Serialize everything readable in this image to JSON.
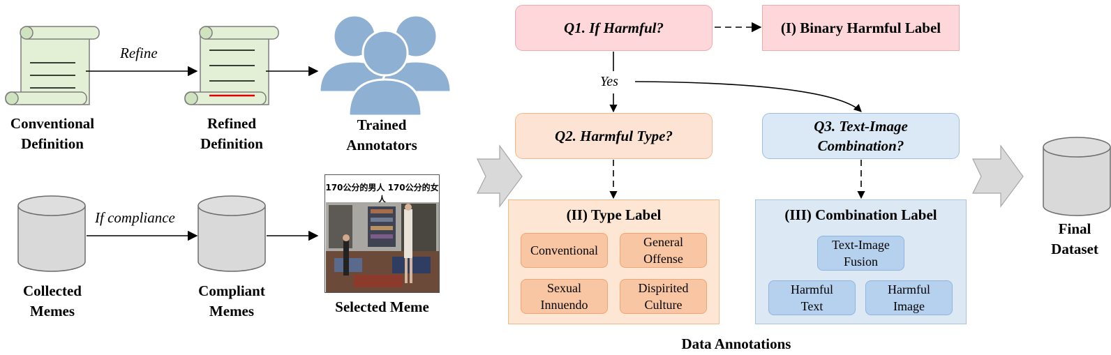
{
  "definitions": {
    "conventional": [
      "Conventional",
      "Definition"
    ],
    "refined": [
      "Refined",
      "Definition"
    ],
    "refine_label": "Refine"
  },
  "annotators": [
    "Trained",
    "Annotators"
  ],
  "memes": {
    "collected": [
      "Collected",
      "Memes"
    ],
    "compliant": [
      "Compliant",
      "Memes"
    ],
    "compliance_label": "If compliance",
    "selected": "Selected Meme",
    "meme_caption": "170公分的男人  170公分的女人"
  },
  "annotation": {
    "q1": "Q1. If Harmful?",
    "out1": "(I) Binary Harmful Label",
    "yes": "Yes",
    "q2": "Q2. Harmful Type?",
    "q3": [
      "Q3. Text-Image",
      "Combination?"
    ],
    "type_panel": {
      "title": "(II) Type Label",
      "chips": [
        [
          "Conventional"
        ],
        [
          "General",
          "Offense"
        ],
        [
          "Sexual",
          "Innuendo"
        ],
        [
          "Dispirited",
          "Culture"
        ]
      ]
    },
    "combo_panel": {
      "title": "(III) Combination Label",
      "chips": [
        [
          "Text-Image",
          "Fusion"
        ],
        [
          "Harmful",
          "Text"
        ],
        [
          "Harmful",
          "Image"
        ]
      ]
    },
    "section_label": "Data Annotations"
  },
  "final": [
    "Final",
    "Dataset"
  ],
  "colors": {
    "q1_fill": "#fdd7da",
    "q2_fill": "#fce3d3",
    "q3_fill": "#dbe8f6",
    "scroll_fill": "#e3f0d6",
    "person_fill": "#8eb0d3",
    "cylinder_fill": "#d9d9d9",
    "highlight_line": "#e00000"
  }
}
